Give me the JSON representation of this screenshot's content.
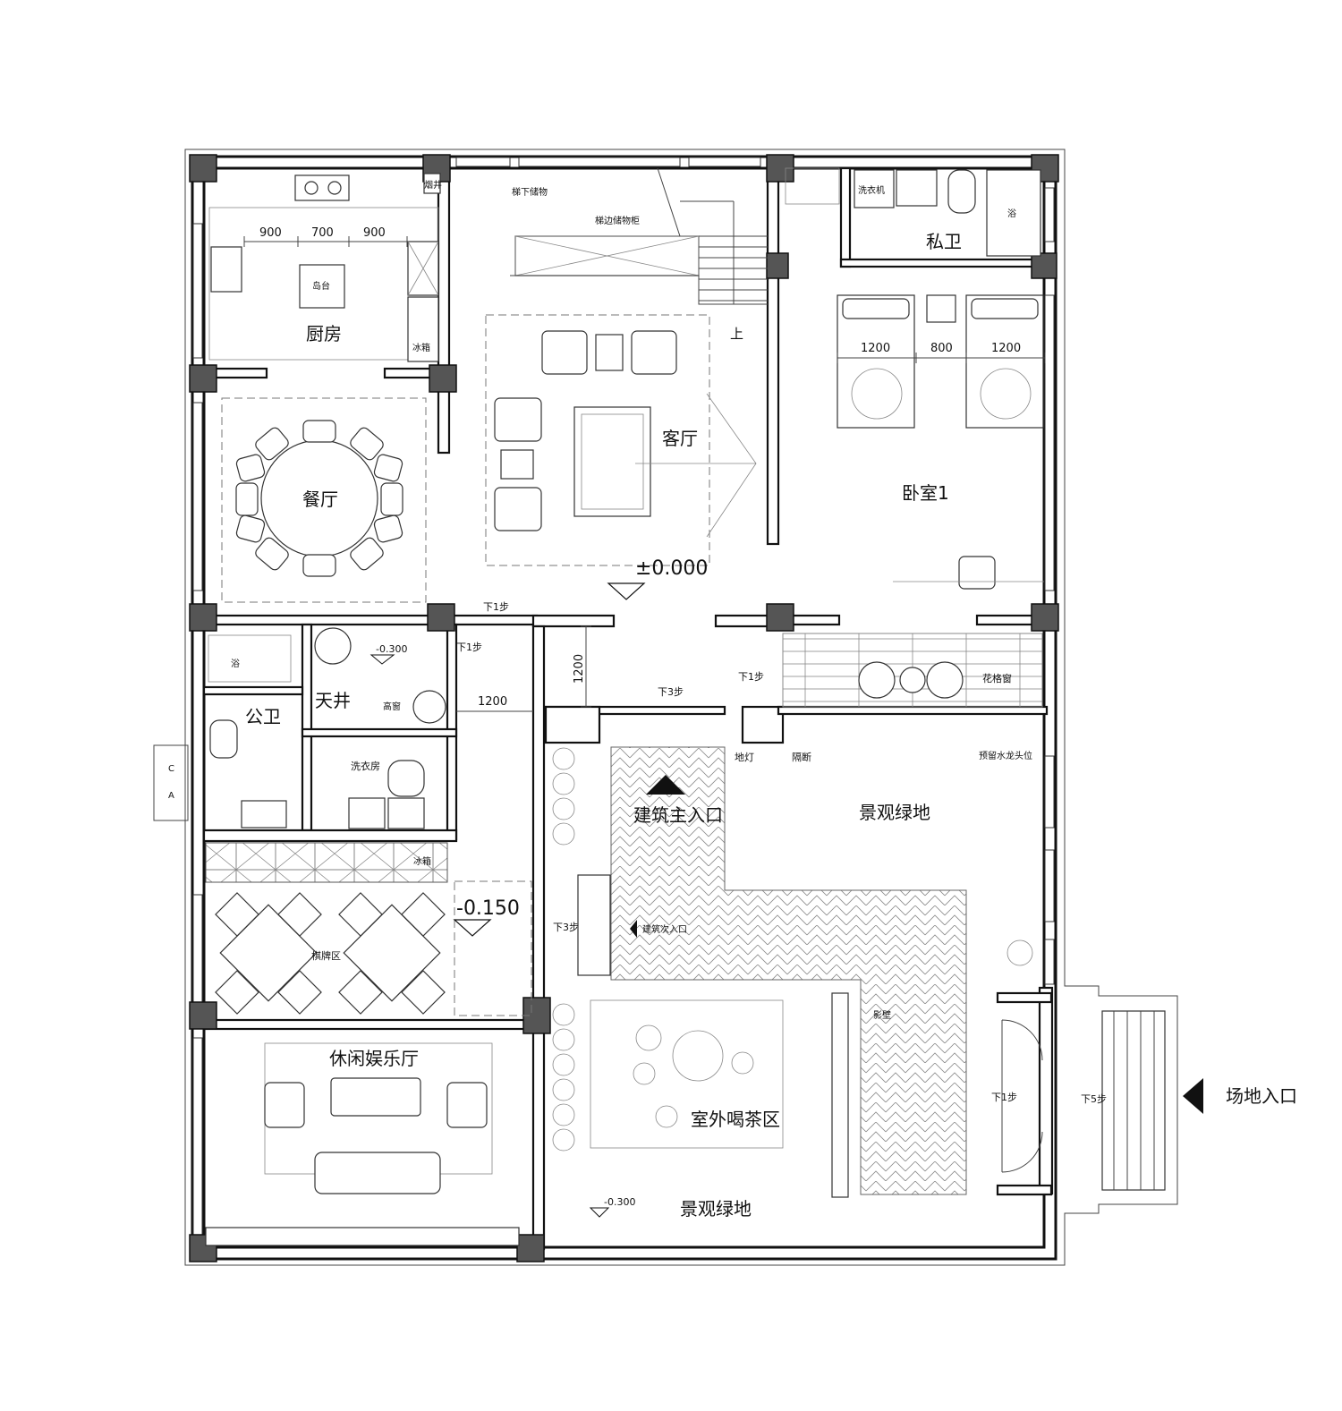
{
  "rooms": {
    "kitchen": "厨房",
    "dining": "餐厅",
    "living": "客厅",
    "bedroom1": "卧室1",
    "private_bath": "私卫",
    "public_bath": "公卫",
    "courtyard_well": "天井",
    "laundry": "洗衣房",
    "chess_area": "棋牌区",
    "leisure_hall": "休闲娱乐厅",
    "outdoor_tea": "室外喝茶区",
    "landscape_green_1": "景观绿地",
    "landscape_green_2": "景观绿地"
  },
  "labels": {
    "chimney": "烟井",
    "island": "岛台",
    "fridge_kitchen": "冰箱",
    "fridge_chess": "冰箱",
    "under_stair_storage": "梯下储物",
    "stair_cabinet": "梯边储物柜",
    "up": "上",
    "washer": "洗衣机",
    "shower_private": "浴",
    "shower_public": "浴",
    "high_window": "高窗",
    "ground_light": "地灯",
    "partition": "隔断",
    "lattice_window": "花格窗",
    "water_point": "预留水龙头位",
    "screen_wall": "影壁",
    "main_entrance": "建筑主入口",
    "secondary_entrance": "建筑次入口",
    "site_entrance": "场地入口",
    "c_mark": "C",
    "a_mark": "A"
  },
  "steps": {
    "s1": "下1步",
    "s2": "下1步",
    "s3": "下1步",
    "s4": "下3步",
    "s5": "下3步",
    "s6": "下1步",
    "s7": "下5步"
  },
  "levels": {
    "main": "±0.000",
    "well": "-0.300",
    "chess": "-0.150",
    "garden": "-0.300"
  },
  "dimensions": {
    "k1": "900",
    "k2": "700",
    "k3": "900",
    "b1": "1200",
    "b2": "800",
    "b3": "1200",
    "v1": "1200",
    "h1": "1200"
  }
}
